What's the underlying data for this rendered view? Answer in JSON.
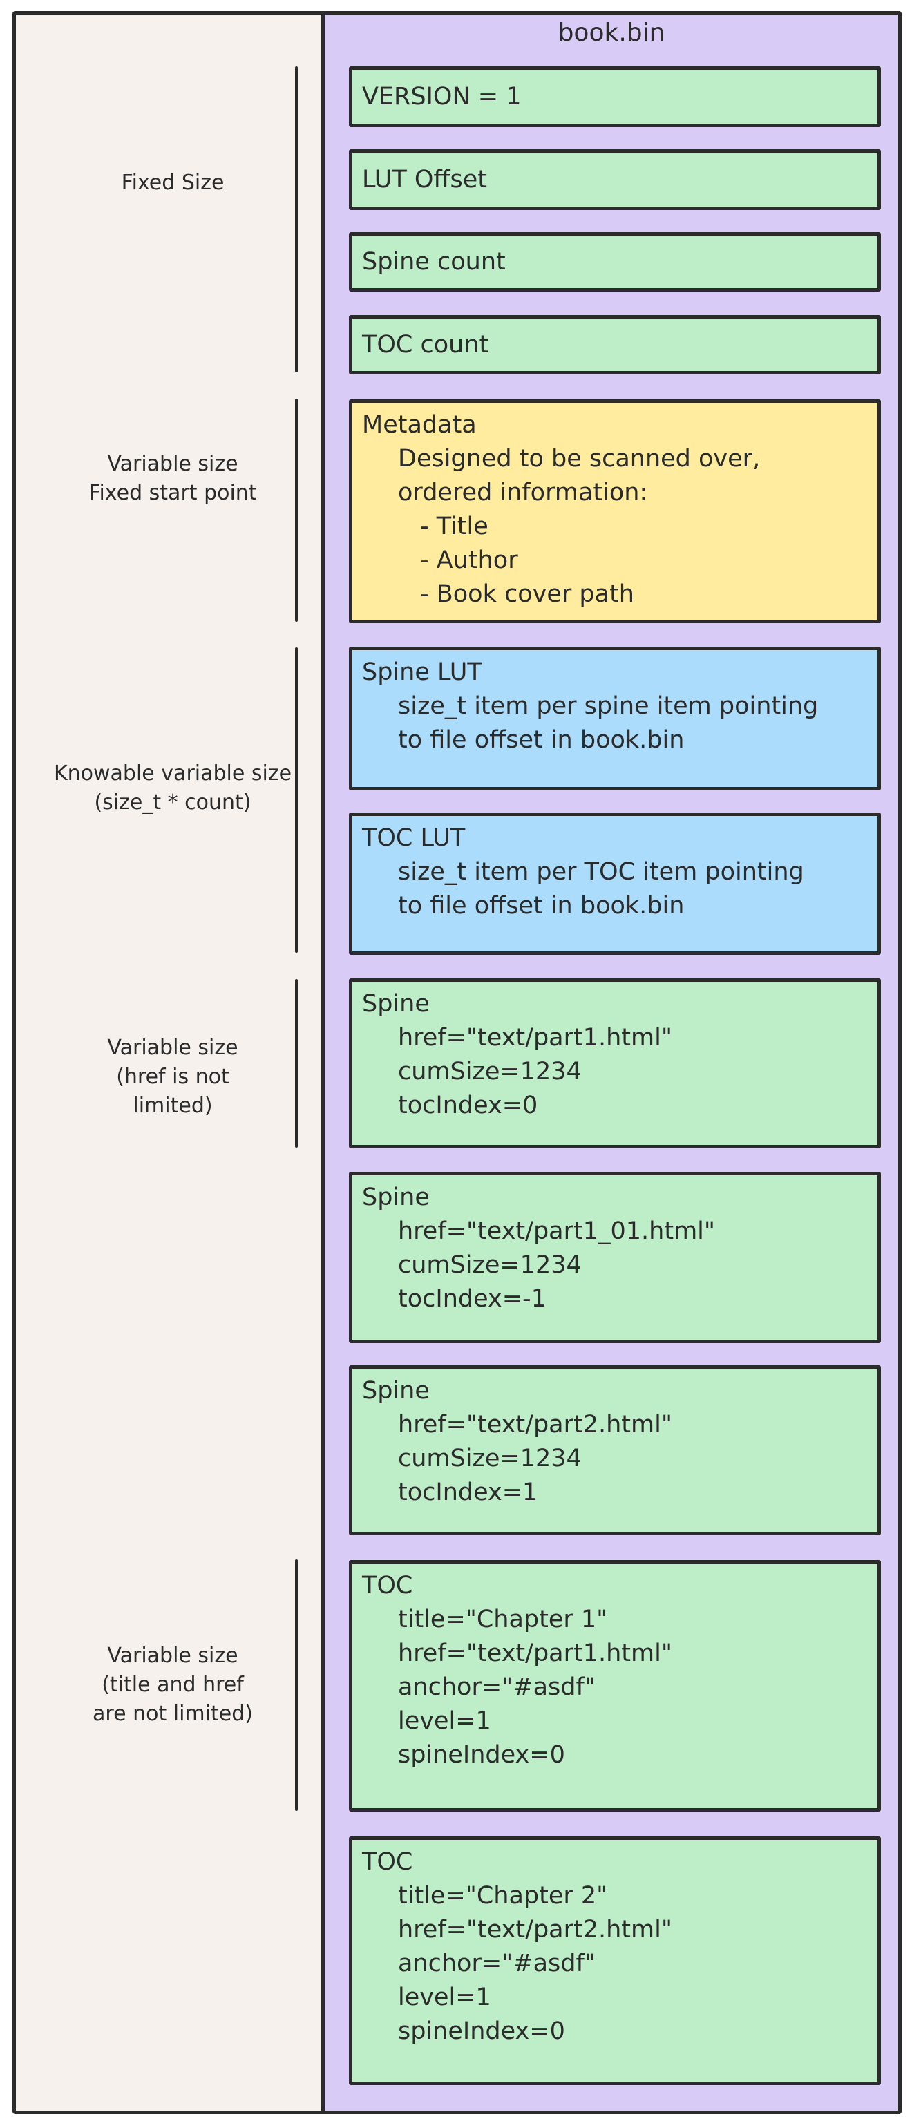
{
  "title": "book.bin",
  "palette": {
    "panel_purple": "#d8ccf6",
    "box_green": "#bdeec7",
    "box_yellow": "#ffec9e",
    "box_blue": "#abdcfb",
    "left_panel_beige": "#f6f1ec",
    "ink": "#2b2b2b"
  },
  "side_labels": [
    {
      "lines": [
        "Fixed Size"
      ]
    },
    {
      "lines": [
        "Variable size",
        "Fixed start point"
      ]
    },
    {
      "lines": [
        "Knowable variable size",
        "(size_t * count)"
      ]
    },
    {
      "lines": [
        "Variable size",
        "(href is not",
        "limited)"
      ]
    },
    {
      "lines": [
        "Variable size",
        "(title and href",
        "are not limited)"
      ]
    }
  ],
  "boxes": [
    {
      "id": "version",
      "color": "green",
      "lines": [
        {
          "text": "VERSION = 1",
          "indent": 0
        }
      ]
    },
    {
      "id": "lut_offset",
      "color": "green",
      "lines": [
        {
          "text": "LUT Offset",
          "indent": 0
        }
      ]
    },
    {
      "id": "spine_count",
      "color": "green",
      "lines": [
        {
          "text": "Spine count",
          "indent": 0
        }
      ]
    },
    {
      "id": "toc_count",
      "color": "green",
      "lines": [
        {
          "text": "TOC count",
          "indent": 0
        }
      ]
    },
    {
      "id": "metadata",
      "color": "yellow",
      "lines": [
        {
          "text": "Metadata",
          "indent": 0
        },
        {
          "text": "Designed to be scanned over,",
          "indent": 1
        },
        {
          "text": "ordered information:",
          "indent": 1
        },
        {
          "text": "- Title",
          "indent": 2
        },
        {
          "text": "- Author",
          "indent": 2
        },
        {
          "text": "- Book cover path",
          "indent": 2
        }
      ]
    },
    {
      "id": "spine_lut",
      "color": "blue",
      "lines": [
        {
          "text": "Spine LUT",
          "indent": 0
        },
        {
          "text": "size_t item per spine item pointing",
          "indent": 1
        },
        {
          "text": "to file offset in book.bin",
          "indent": 1
        }
      ]
    },
    {
      "id": "toc_lut",
      "color": "blue",
      "lines": [
        {
          "text": "TOC LUT",
          "indent": 0
        },
        {
          "text": "size_t item per TOC item pointing",
          "indent": 1
        },
        {
          "text": "to file offset in book.bin",
          "indent": 1
        }
      ]
    },
    {
      "id": "spine1",
      "color": "green",
      "lines": [
        {
          "text": "Spine",
          "indent": 0
        },
        {
          "text": "href=\"text/part1.html\"",
          "indent": 1
        },
        {
          "text": "cumSize=1234",
          "indent": 1
        },
        {
          "text": "tocIndex=0",
          "indent": 1
        }
      ]
    },
    {
      "id": "spine2",
      "color": "green",
      "lines": [
        {
          "text": "Spine",
          "indent": 0
        },
        {
          "text": "href=\"text/part1_01.html\"",
          "indent": 1
        },
        {
          "text": "cumSize=1234",
          "indent": 1
        },
        {
          "text": "tocIndex=-1",
          "indent": 1
        }
      ]
    },
    {
      "id": "spine3",
      "color": "green",
      "lines": [
        {
          "text": "Spine",
          "indent": 0
        },
        {
          "text": "href=\"text/part2.html\"",
          "indent": 1
        },
        {
          "text": "cumSize=1234",
          "indent": 1
        },
        {
          "text": "tocIndex=1",
          "indent": 1
        }
      ]
    },
    {
      "id": "toc1",
      "color": "green",
      "lines": [
        {
          "text": "TOC",
          "indent": 0
        },
        {
          "text": "title=\"Chapter 1\"",
          "indent": 1
        },
        {
          "text": "href=\"text/part1.html\"",
          "indent": 1
        },
        {
          "text": "anchor=\"#asdf\"",
          "indent": 1
        },
        {
          "text": "level=1",
          "indent": 1
        },
        {
          "text": "spineIndex=0",
          "indent": 1
        }
      ]
    },
    {
      "id": "toc2",
      "color": "green",
      "lines": [
        {
          "text": "TOC",
          "indent": 0
        },
        {
          "text": "title=\"Chapter 2\"",
          "indent": 1
        },
        {
          "text": "href=\"text/part2.html\"",
          "indent": 1
        },
        {
          "text": "anchor=\"#asdf\"",
          "indent": 1
        },
        {
          "text": "level=1",
          "indent": 1
        },
        {
          "text": "spineIndex=0",
          "indent": 1
        }
      ]
    }
  ]
}
